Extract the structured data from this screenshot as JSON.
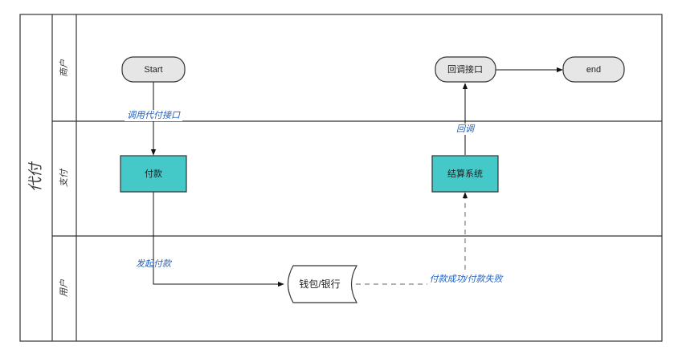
{
  "pool": {
    "title": "代付"
  },
  "lanes": [
    {
      "id": "merchant",
      "label": "商户"
    },
    {
      "id": "payment",
      "label": "支付"
    },
    {
      "id": "user",
      "label": "用户"
    }
  ],
  "nodes": {
    "start": {
      "label": "Start"
    },
    "callback_if": {
      "label": "回调接口"
    },
    "end": {
      "label": "end"
    },
    "pay": {
      "label": "付款"
    },
    "settlement": {
      "label": "结算系统"
    },
    "wallet": {
      "label": "钱包/银行"
    }
  },
  "edges": {
    "call_api": {
      "label": "调用代付接口"
    },
    "callback": {
      "label": "回调"
    },
    "initiate": {
      "label": "发起付款"
    },
    "result": {
      "label": "付款成功/付款失败"
    }
  },
  "colors": {
    "process_fill": "#45c8c8",
    "terminal_fill": "#e6e6e6",
    "edge_label": "#1f5fbf",
    "lane_border": "#333333"
  }
}
